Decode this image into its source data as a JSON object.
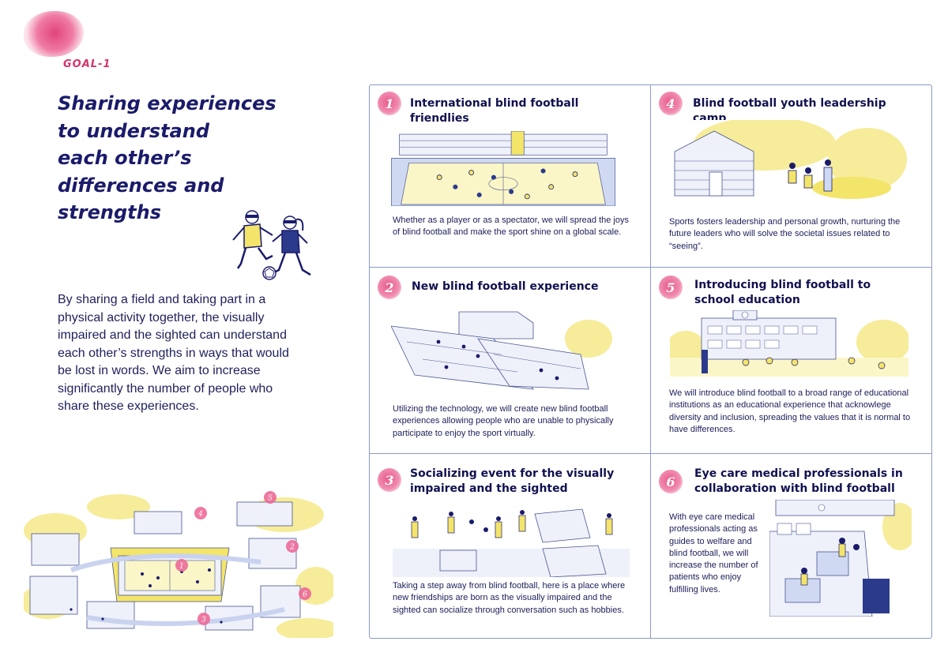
{
  "goal": {
    "label": "GOAL-1"
  },
  "main": {
    "title_lines": [
      "Sharing experiences",
      "to understand",
      "each other’s",
      "differences and",
      "strengths"
    ],
    "intro": "By sharing a field and taking part in a physical activity together, the visually impaired and the sighted can understand each other’s strengths in ways that would be lost in words. We aim to increase significantly the number of people who share these experiences."
  },
  "overview_markers": [
    "1",
    "2",
    "3",
    "4",
    "5",
    "6"
  ],
  "cards": [
    {
      "number": "1",
      "title": "International blind football friendlies",
      "text": "Whether as a player or as a spectator, we will spread the joys of blind football and make the sport shine on a global scale."
    },
    {
      "number": "4",
      "title": "Blind football youth leadership camp",
      "text": "Sports fosters leadership and personal growth, nurturing the future leaders who will solve the societal issues related to “seeing”."
    },
    {
      "number": "2",
      "title": "New blind football experience",
      "text": "Utilizing the technology, we will create new blind football experiences allowing people who are unable to physically participate to enjoy the sport virtually."
    },
    {
      "number": "5",
      "title": "Introducing blind football to school education",
      "text": "We will introduce blind football to a broad range of educational institutions as an educational experience that acknowlege diversity and inclusion, spreading the values that it is normal to have differences."
    },
    {
      "number": "3",
      "title": "Socializing event for the visually impaired and the sighted",
      "text": "Taking a step away from blind football, here is a place where new friendships are born as the visually impaired and the sighted can socialize through conversation such as hobbies."
    },
    {
      "number": "6",
      "title": "Eye care medical professionals in collaboration with blind football",
      "text": "With eye care medical professionals acting as guides to welfare and blind football, we will increase the number of patients who enjoy fulfilling lives."
    }
  ],
  "colors": {
    "accent_pink": "#e0447c",
    "navy_text": "#1b1b6b",
    "border": "#8a9ac8",
    "illustration_yellow": "#f3e46a",
    "illustration_blue": "#cfd9f2"
  }
}
